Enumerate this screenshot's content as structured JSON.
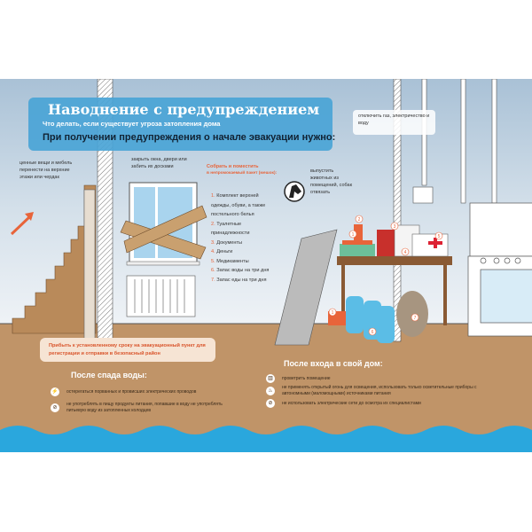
{
  "header": {
    "title": "Наводнение с предупреждением",
    "subtitle": "Что делать, если существует угроза затопления дома",
    "heading": "При получении предупреждения о начале эвакуации нужно:"
  },
  "notes": {
    "valuables": "ценные вещи и мебель перенести на верхние этажи или чердак",
    "windows": "закрыть окна, двери или забить их досками",
    "utilities": "отключить газ, электричество и воду",
    "animals": "выпустить животных из помещений, собак отвязать",
    "collect_title": "Собрать и поместить",
    "collect_sub": "в непромокаемый пакет (мешок):"
  },
  "collect_list": [
    {
      "num": "1.",
      "text": "Комплект верхней одежды, обуви, а также постельного белья"
    },
    {
      "num": "2.",
      "text": "Туалетные принадлежности"
    },
    {
      "num": "3.",
      "text": "Документы"
    },
    {
      "num": "4.",
      "text": "Деньги"
    },
    {
      "num": "5.",
      "text": "Медикаменты"
    },
    {
      "num": "6.",
      "text": "Запас воды на три дня"
    },
    {
      "num": "7.",
      "text": "Запас еды на три дня"
    }
  ],
  "item_markers": [
    "1",
    "2",
    "3",
    "4",
    "5",
    "6",
    "7",
    "1"
  ],
  "arrive": "Прибыть к установленному сроку на эвакуационный пункт для регистрации и отправки в безопасный район",
  "after_water": {
    "title": "После спада воды:",
    "items": [
      {
        "icon": "broken-wire-icon",
        "text": "остерегаться порванных и провисших электрических проводов"
      },
      {
        "icon": "no-food-icon",
        "text": "не употреблять в пищу продукты питания, попавшие в воду не употреблять питьевую воду из затопленных колодцев"
      }
    ]
  },
  "after_entry": {
    "title": "После входа в свой дом:",
    "items": [
      {
        "icon": "window-ventilate-icon",
        "text": "проветрить помещение"
      },
      {
        "icon": "no-fire-icon",
        "text": "не применять открытый огонь для освещения, использовать только осветительные приборы с автономными (маломощными) источниками питания"
      },
      {
        "icon": "no-plug-icon",
        "text": "не использовать электрические сети до осмотра их специалистами"
      }
    ]
  },
  "colors": {
    "accent_blue": "#4aa4d6",
    "floor": "#c09468",
    "water": "#2aa7dd",
    "orange": "#e8643a"
  }
}
